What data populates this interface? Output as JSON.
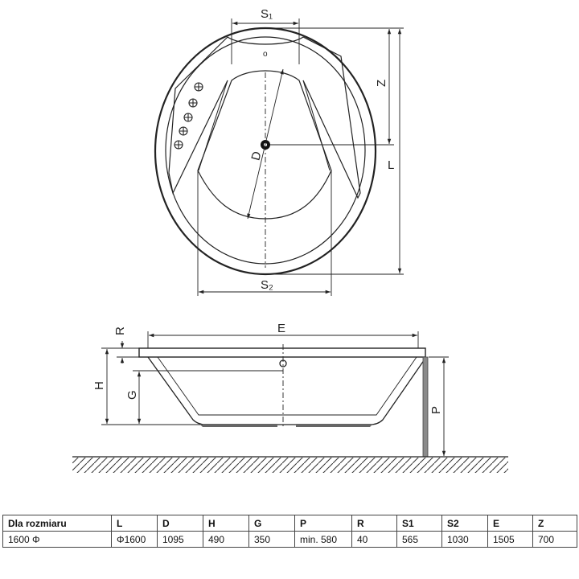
{
  "dimension_labels": {
    "S1": "S₁",
    "S2": "S₂",
    "Z": "Z",
    "L": "L",
    "D": "D",
    "E": "E",
    "R": "R",
    "H": "H",
    "G": "G",
    "P": "P",
    "drain_mark": "o"
  },
  "table": {
    "headers": [
      "Dla rozmiaru",
      "L",
      "D",
      "H",
      "G",
      "P",
      "R",
      "S1",
      "S2",
      "E",
      "Z"
    ],
    "rows": [
      [
        "1600 Φ",
        "Φ1600",
        "1095",
        "490",
        "350",
        "min. 580",
        "40",
        "565",
        "1030",
        "1505",
        "700"
      ]
    ]
  }
}
